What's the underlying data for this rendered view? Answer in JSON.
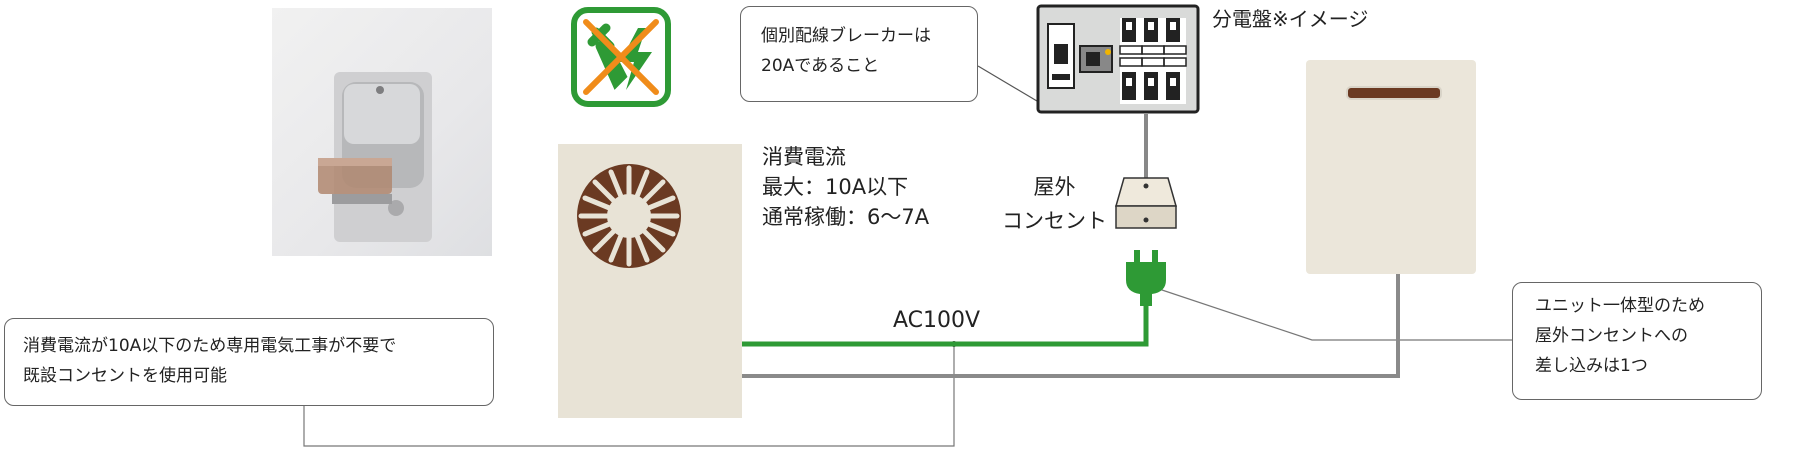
{
  "breaker_note": {
    "line1": "個別配線ブレーカーは",
    "line2": "20Aであること"
  },
  "panel_label": "分電盤※イメージ",
  "consumption": {
    "line1": "消費電流",
    "line2": "最大：10A以下",
    "line3": "通常稼働：6〜7A"
  },
  "outdoor_outlet_label": {
    "line1": "屋外",
    "line2": "コンセント"
  },
  "voltage_label": "AC100V",
  "main_note": {
    "line1": "消費電流が10A以下のため専用電気工事が不要で",
    "line2": "既設コンセントを使用可能"
  },
  "unit_note": {
    "line1": "ユニット一体型のため",
    "line2": "屋外コンセントへの",
    "line3": "差し込みは1つ"
  },
  "colors": {
    "wire_green": "#2e9a35",
    "wire_gray": "#8a8a8a",
    "icon_orange": "#f08c1a",
    "fan_brown": "#6b3a22"
  },
  "icons": [
    "no-electrical-work-icon",
    "fan-icon",
    "plug-icon",
    "outdoor-outlet-icon",
    "distribution-panel-icon"
  ]
}
